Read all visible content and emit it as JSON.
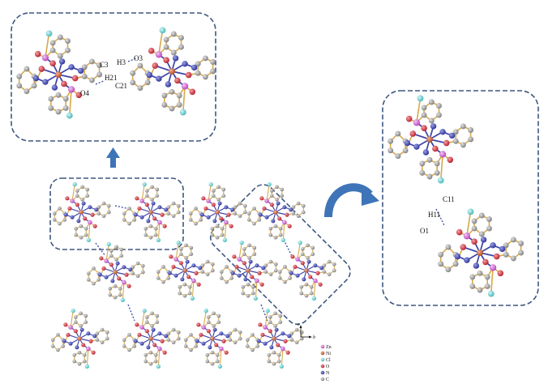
{
  "colors": {
    "Zn": "#b63fb8",
    "Ni": "#c0552a",
    "Cl": "#56c9c9",
    "O": "#c8202c",
    "N": "#2f37a6",
    "C": "#8d8d8d",
    "bond_ring": "#d7a94a",
    "bond_N": "#3d45a8",
    "frame": "#3e5780",
    "arrow": "#3f74b8",
    "hbond": "#3a4aa0"
  },
  "top_panel": {
    "labels": {
      "c3": "C3",
      "h3": "H3",
      "o3": "O3",
      "h21": "H21",
      "c21": "C21",
      "o4": "O4"
    }
  },
  "right_panel": {
    "labels": {
      "c11": "C11",
      "h11": "H11",
      "o1": "O1"
    }
  },
  "axes": {
    "c": "c",
    "b": "b"
  },
  "legend": {
    "items": [
      {
        "label": "Zn",
        "color": "#b63fb8"
      },
      {
        "label": "Ni",
        "color": "#c0552a"
      },
      {
        "label": "Cl",
        "color": "#56c9c9"
      },
      {
        "label": "O",
        "color": "#c8202c"
      },
      {
        "label": "N",
        "color": "#2f37a6"
      },
      {
        "label": "C",
        "color": "#8d8d8d"
      }
    ]
  },
  "icons": {
    "up_arrow": "up-arrow-icon",
    "curved_arrow": "curved-arrow-icon"
  }
}
